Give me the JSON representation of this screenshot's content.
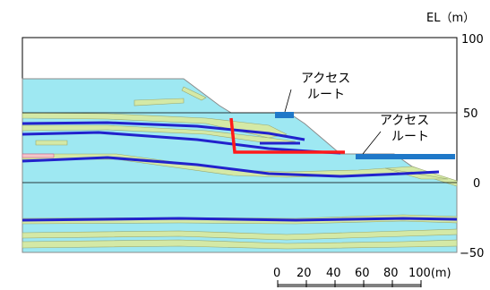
{
  "elevation_axis": {
    "unit_label": "EL（m）",
    "ticks": [
      "100",
      "50",
      "0",
      "−50"
    ]
  },
  "callouts": {
    "access_route_left": {
      "line1": "アクセス",
      "line2": "ルート"
    },
    "access_route_right": {
      "line1": "アクセス",
      "line2": "ルート"
    }
  },
  "scale_bar": {
    "labels": [
      "0",
      "20",
      "40",
      "60",
      "80",
      "100(m)"
    ]
  },
  "colors": {
    "water_body": "#9ee8f2",
    "weak_layer": "#d4e9a6",
    "strong_band": "#2222cc",
    "cut_line": "#ff1a1a",
    "access_route": "#1f78c8"
  }
}
